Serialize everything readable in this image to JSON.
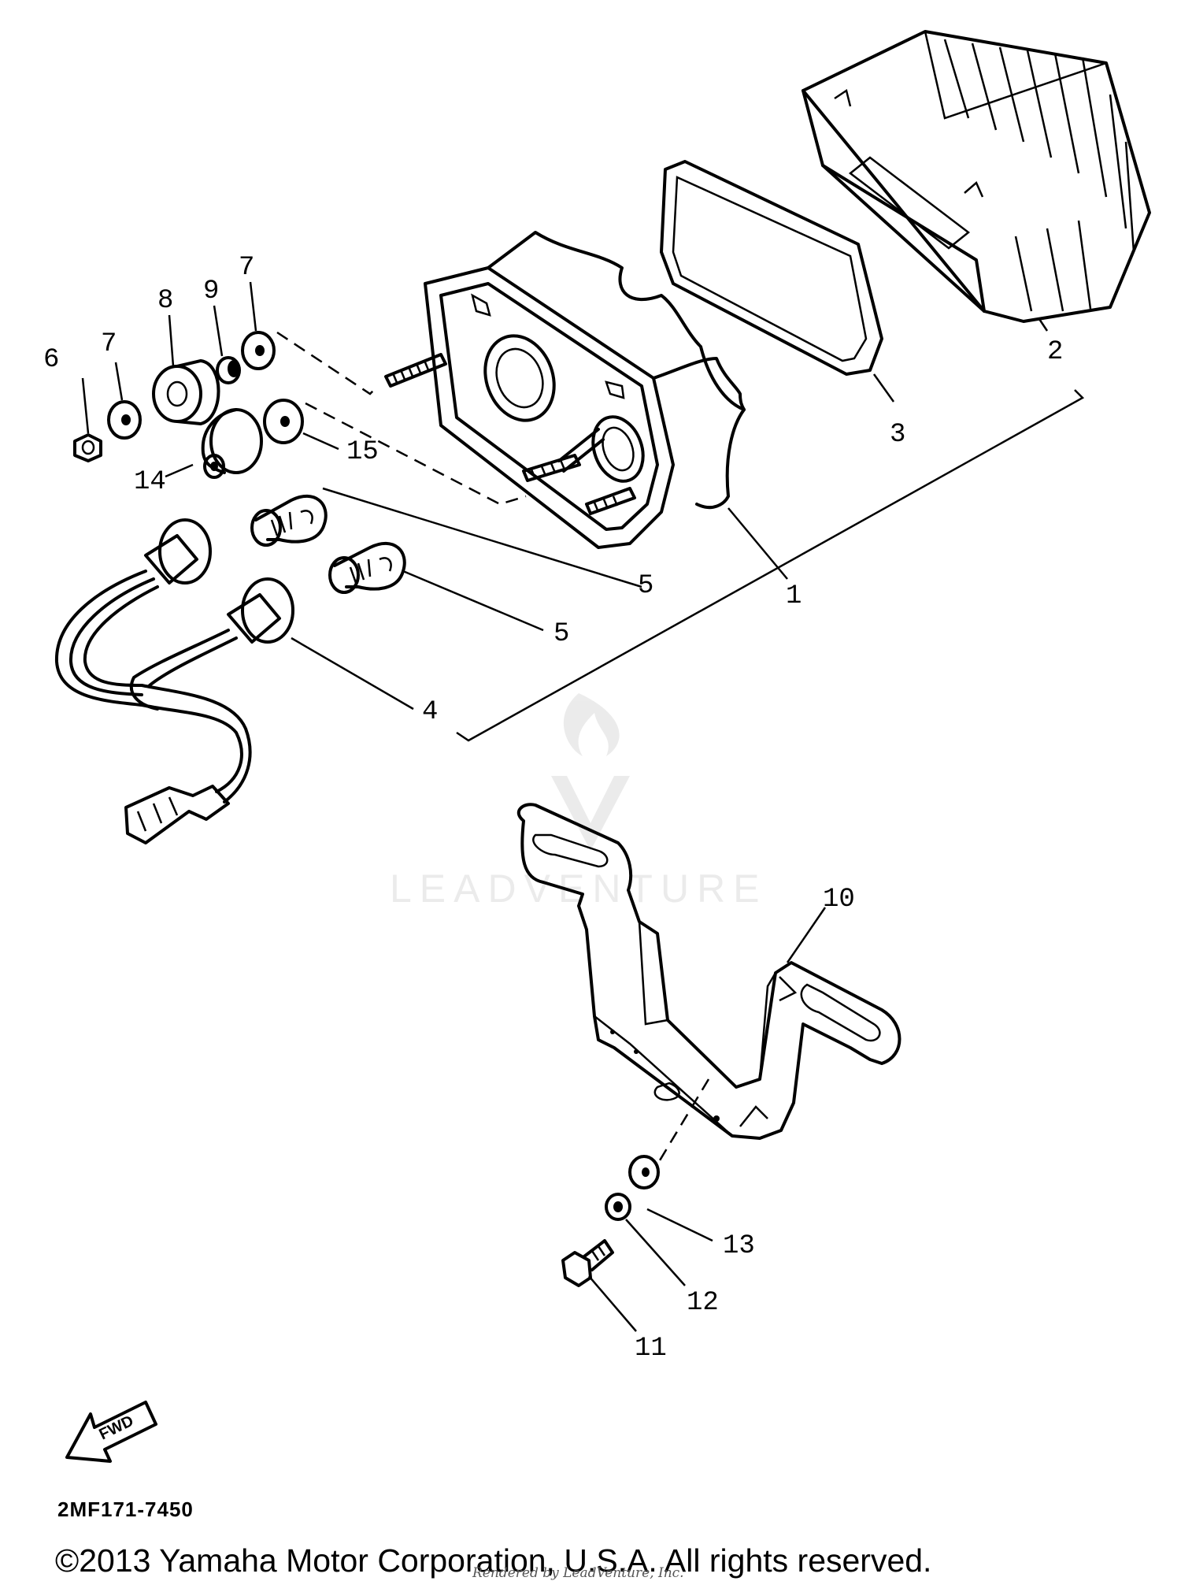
{
  "part_labels": [
    "1",
    "2",
    "3",
    "4",
    "5",
    "5",
    "6",
    "7",
    "7",
    "8",
    "9",
    "10",
    "11",
    "12",
    "13",
    "14",
    "15"
  ],
  "fwd_label": "FWD",
  "diagram_code": "2MF171-7450",
  "copyright": "©2013 Yamaha Motor Corporation, U.S.A. All rights reserved.",
  "rendered_by": "Rendered by LeadVenture, Inc.",
  "watermark": "LEADVENTURE"
}
